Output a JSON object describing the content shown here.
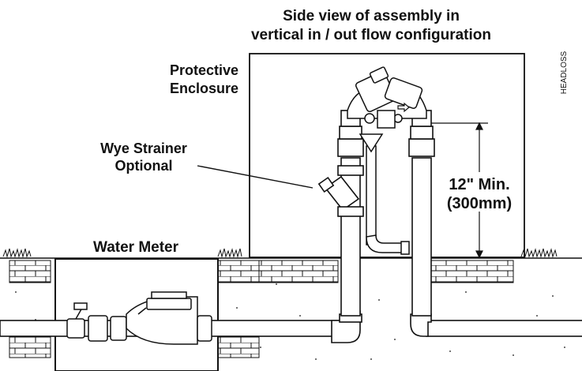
{
  "labels": {
    "title_line1": "Side view of assembly in",
    "title_line2": "vertical in / out flow configuration",
    "enclosure_line1": "Protective",
    "enclosure_line2": "Enclosure",
    "strainer_line1": "Wye Strainer",
    "strainer_line2": "Optional",
    "meter": "Water Meter",
    "dimension_line1": "12\" Min.",
    "dimension_line2": "(300mm)",
    "side_tag": "HEADLOSS"
  },
  "icons": [
    "flow-arrow-icon",
    "grass-tuft-icon"
  ],
  "colors": {
    "line": "#111111",
    "fill": "#ffffff"
  }
}
